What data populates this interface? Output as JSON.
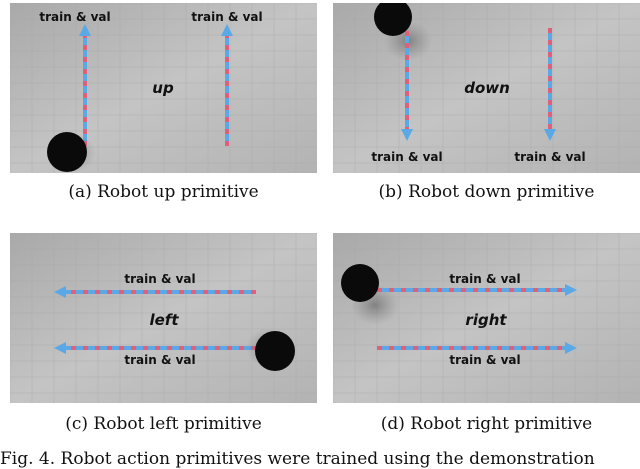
{
  "panels": {
    "a": {
      "direction": "up",
      "arrow_label_left": "train & val",
      "arrow_label_right": "train & val",
      "caption": "(a) Robot up primitive"
    },
    "b": {
      "direction": "down",
      "arrow_label_left": "train & val",
      "arrow_label_right": "train & val",
      "caption": "(b) Robot down primitive"
    },
    "c": {
      "direction": "left",
      "arrow_label_top": "train & val",
      "arrow_label_bottom": "train & val",
      "caption": "(c) Robot left primitive"
    },
    "d": {
      "direction": "right",
      "arrow_label_top": "train & val",
      "arrow_label_bottom": "train & val",
      "caption": "(d) Robot right primitive"
    }
  },
  "figure_caption": "Fig. 4.   Robot action primitives were trained using the demonstration",
  "colors": {
    "arrow_blue": "#5aa9e6",
    "arrow_red": "#e0607a",
    "robot": "#0a0a0a",
    "surface": "#b9b9b9"
  }
}
